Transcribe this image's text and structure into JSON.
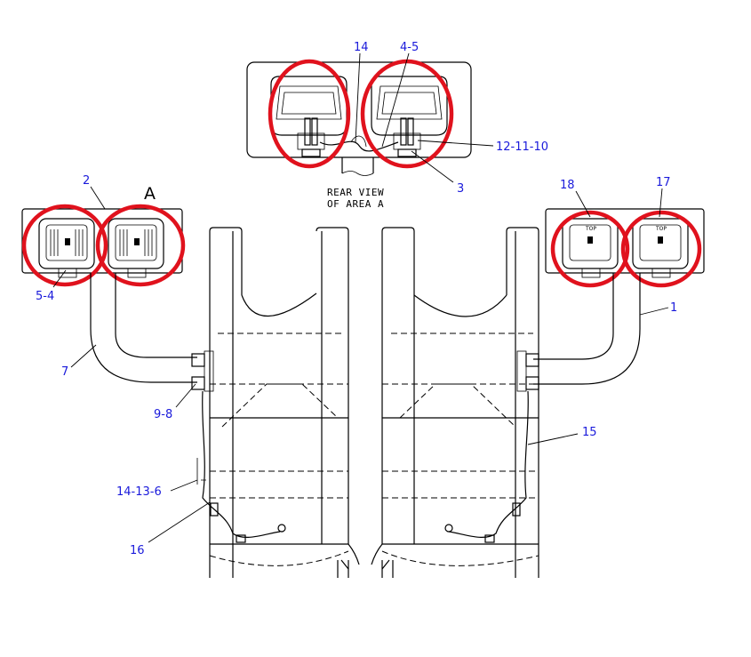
{
  "drawing": {
    "view_title_line1": "REAR VIEW",
    "view_title_line2": "OF AREA A",
    "area_marker": "A",
    "lamp_top_mark": "TOP"
  },
  "callouts": {
    "c14_top": "14",
    "c4_5": "4-5",
    "c12_11_10": "12-11-10",
    "c3": "3",
    "c2": "2",
    "c5_4": "5-4",
    "c7": "7",
    "c9_8": "9-8",
    "c14_13_6": "14-13-6",
    "c16": "16",
    "c18": "18",
    "c17": "17",
    "c1": "1",
    "c15": "15"
  },
  "colors": {
    "highlight_ring": "#e0121d",
    "callout_text": "#1a1adb",
    "linework": "#000000"
  }
}
